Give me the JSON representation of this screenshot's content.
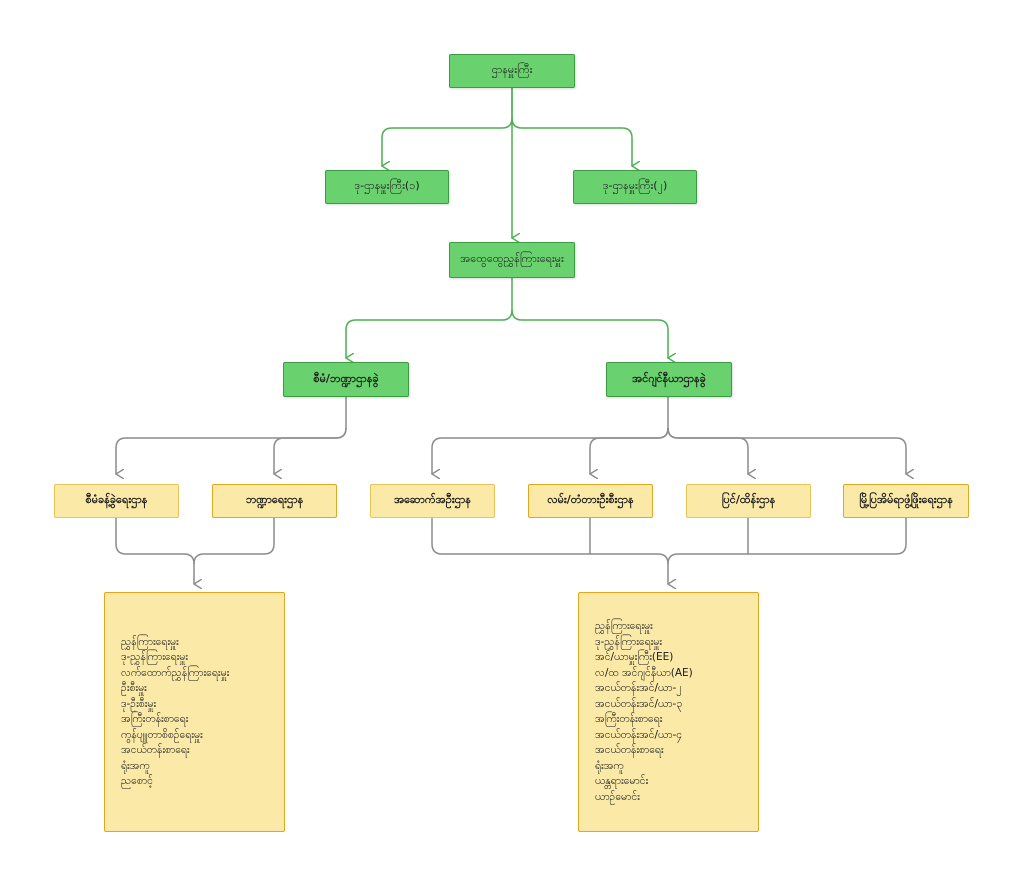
{
  "diagram": {
    "nodes": {
      "top": "ဌာနမှူးကြီး",
      "deputy1": "ဒု-ဌာနမှူးကြီး(၁)",
      "deputy2": "ဒု-ဌာနမှူးကြီး(၂)",
      "manager": "အထွေထွေညွှန်ကြားရေးမှူး",
      "branch_admin": "စီမံ/ဘဏ္ဍာဌာနခွဲ",
      "branch_eng": "အင်ဂျင်နီယာဌာနခွဲ",
      "dept_admin": "စီမံခန့်ခွဲရေးဌာန",
      "dept_finance": "ဘဏ္ဍာရေးဌာန",
      "dept_construction": "အဆောက်အဦးဌာန",
      "dept_roads": "လမ်း/တံတားဦးစီးဌာန",
      "dept_water": "ပြင်/ထိန်းဌာန",
      "dept_urban": "မြို့ပြအိမ်ရာဖွံ့ဖြိုးရေးဌာန"
    },
    "left_list": [
      "ညွှန်ကြားရေးမှူး",
      "ဒု-ညွှန်ကြားရေးမှူး",
      "လက်ထောက်ညွှန်ကြားရေးမှူး",
      "ဦးစီးမှူး",
      "ဒု-ဦးစီးမှူး",
      "အကြီးတန်းစာရေး",
      "ကွန်ပျူတာစိစဥ်ရေးမှူး",
      "အငယ်တန်းစာရေး",
      "ရုံးအကူ",
      "ညစောင့်"
    ],
    "right_list": [
      "ညွှန်ကြားရေးမှူး",
      "ဒု-ညွှန်ကြားရေးမှူး",
      "အင်/ယာမှူးကြီး(EE)",
      "လ/ထ အင်ဂျင်နီယာ(AE)",
      "အငယ်တန်းအင်/ယာ-၂",
      "အငယ်တန်းအင်/ယာ-၃",
      "အကြီးတန်းစာရေး",
      "အငယ်တန်းအင်/ယာ-၄",
      "အငယ်တန်းစာရေး",
      "ရုံးအကူ",
      "ယန္တရားမောင်း",
      "ယာဥ်မောင်း"
    ],
    "colors": {
      "green_fill": "#69d26f",
      "green_stroke": "#4caf50",
      "yellow_fill": "#fbe9a7",
      "yellow_stroke": "#e0a820",
      "gray_stroke": "#8c8c8c"
    }
  }
}
